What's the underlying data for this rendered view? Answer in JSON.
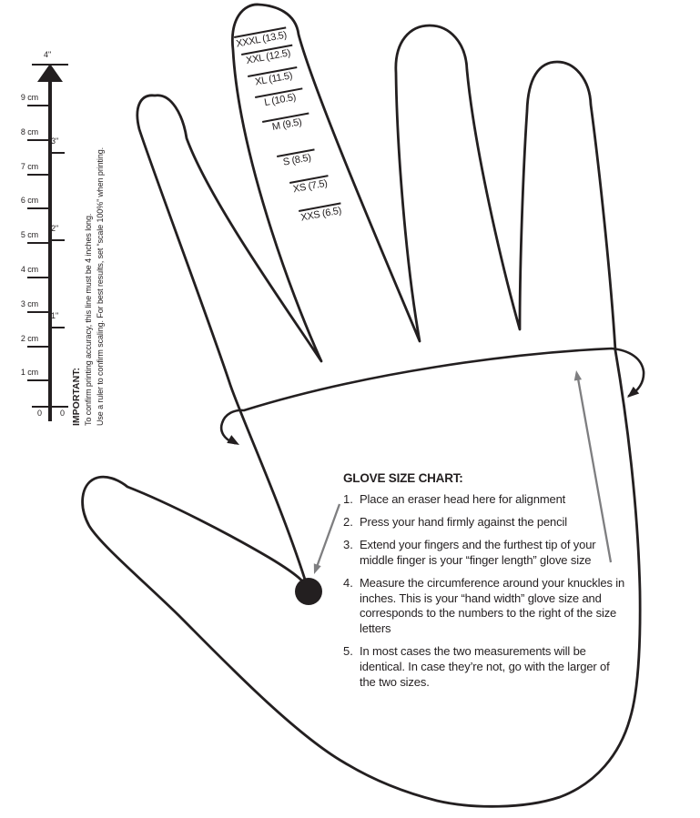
{
  "colors": {
    "ink": "#231f20",
    "arrow_gray": "#7e7e80"
  },
  "ruler": {
    "cm_labels": [
      "9 cm",
      "8 cm",
      "7 cm",
      "6 cm",
      "5 cm",
      "4 cm",
      "3 cm",
      "2 cm",
      "1 cm"
    ],
    "zero_left": "0",
    "inch_labels": [
      "4\"",
      "3\"",
      "2\"",
      "1\""
    ],
    "zero_right": "0"
  },
  "important_notice": {
    "heading": "IMPORTANT:",
    "line1": "To confirm printing accuracy, this line must be 4 inches long.",
    "line2": "Use a ruler to confirm scaling. For best results, set “scale 100%” when printing."
  },
  "finger_size_scale": {
    "entries": [
      {
        "label": "XXXL (13.5)"
      },
      {
        "label": "XXL (12.5)"
      },
      {
        "label": "XL (11.5)"
      },
      {
        "label": "L (10.5)"
      },
      {
        "label": "M (9.5)"
      },
      {
        "label": "S (8.5)"
      },
      {
        "label": "XS (7.5)"
      },
      {
        "label": "XXS (6.5)"
      }
    ]
  },
  "instructions": {
    "title": "GLOVE SIZE CHART:",
    "items": [
      {
        "num": "1.",
        "text": "Place an eraser head here for alignment"
      },
      {
        "num": "2.",
        "text": "Press your hand firmly against the pencil"
      },
      {
        "num": "3.",
        "text": "Extend your fingers and the furthest tip of your\nmiddle finger is your “finger length” glove size"
      },
      {
        "num": "4.",
        "text": "Measure the circumference around your knuckles in\ninches. This is your “hand width” glove size and\ncorresponds to the numbers to the right of the size\nletters"
      },
      {
        "num": "5.",
        "text": "In most cases the two measurements will be\nidentical. In case they’re not, go with the larger of\nthe two sizes."
      }
    ]
  }
}
